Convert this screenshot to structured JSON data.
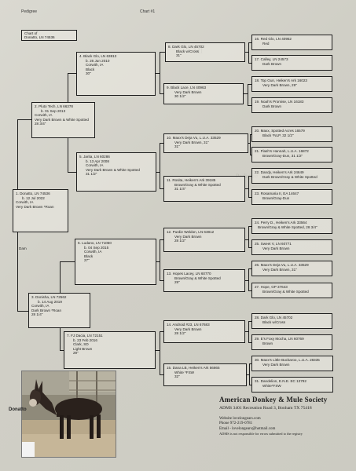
{
  "header": {
    "title": "Pedigree",
    "chart_no": "Chart #1"
  },
  "chart_of": [
    "Chart of",
    "Donatto, LN 74536"
  ],
  "side_labels": {
    "dam": "Dam"
  },
  "g1": {
    "lines": [
      "1. Donatto, LN 74536",
      "b. 12 Jul 2022",
      "Corwith, IA",
      "Very Dark Brown *Roan"
    ]
  },
  "g2": [
    {
      "lines": [
        "2. Pluto Tech, LN 66378",
        "b. 01 Sep 2013",
        "Corwith, IA",
        "Very Dark Brown & White Spotted",
        "28 3/4\""
      ]
    },
    {
      "lines": [
        "3. Donisha, LN 72562",
        "b. 14 Aug 2019",
        "Corwith, IA",
        "Dark Brown *Roan",
        "28 1/4\""
      ]
    }
  ],
  "g3": [
    {
      "lines": [
        "4. Black Glo, LN 63813",
        "b. 26 Jun 2010",
        "Corwith, IA",
        "Black",
        "30\""
      ]
    },
    {
      "lines": [
        "5. Jarita, LN 60286",
        "b. 13 Apr 2008",
        "Corwith, IA",
        "Very Dark Brown & White Spotted",
        "31 1/2\""
      ]
    },
    {
      "lines": [
        "6. Ludano, LN 71050",
        "b. 04 Sep 2015",
        "Corwith, IA",
        "Black",
        "27\""
      ]
    },
    {
      "lines": [
        "7. FJ Dacia, LN 72151",
        "b. 23 Feb 2016",
        "Clark, SD",
        "Light Brown",
        "29\""
      ]
    }
  ],
  "g4": [
    {
      "lines": [
        "8. Dark Glo, LN 45702",
        "Black w/Cross",
        "31\""
      ]
    },
    {
      "lines": [
        "9. Black Lace, LN 40963",
        "Very Dark Brown",
        "30 1/2\""
      ]
    },
    {
      "lines": [
        "10. Maxx's Deja Vu, L.U.A. 33529",
        "Very Dark Brown, 31\"",
        "31\""
      ]
    },
    {
      "lines": [
        "11. Rosita, Heiken's Ark 39185",
        "Brown/Gray & White Spotted",
        "31 1/4\""
      ]
    },
    {
      "lines": [
        "12. Purdie Weldon, LN 63812",
        "Very Dark Brown",
        "28 1/2\""
      ]
    },
    {
      "lines": [
        "13. Hopes Lacey, LN 60770",
        "Brown/Gray & White Spotted",
        "29\""
      ]
    },
    {
      "lines": [
        "14. Android #23, LN 67683",
        "Very Dark Brown",
        "28 1/2\""
      ]
    },
    {
      "lines": [
        "15. Dana LB, Heiken's Ark 56865",
        "White *FSW",
        "32\""
      ]
    }
  ],
  "g5": [
    {
      "lines": [
        "16. Red Glo, LN 40952",
        "Red"
      ]
    },
    {
      "lines": [
        "17. Calley, LN 24573",
        "Dark Brown"
      ]
    },
    {
      "lines": [
        "18. Top Gun, Heiken's Ark 16023",
        "Very Dark Brown, 29\""
      ]
    },
    {
      "lines": [
        "19. Noah's Promise, LN 16183",
        "Dark Brown"
      ]
    },
    {
      "lines": [
        "20. Maxx, Spotted Acres 16579",
        "Black *NLP, 32 1/2\""
      ]
    },
    {
      "lines": [
        "21. Flash's Hannah, L.U.A. 16872",
        "Brown/Gray-Dun, 31 1/2\""
      ]
    },
    {
      "lines": [
        "22. Dandy, Heiken's Ark 24649",
        "Dark Brown/Gray & White Spotted"
      ]
    },
    {
      "lines": [
        "23. Rosamaria II, EA 14647",
        "Brown/Gray-Dun"
      ]
    },
    {
      "lines": [
        "24. Perry D., Heiken's Ark 33564",
        "Brown/Gray & White Spotted, 28 3/4\""
      ]
    },
    {
      "lines": [
        "25. Sweet V, LN 60771",
        "Very Dark Brown"
      ]
    },
    {
      "lines": [
        "26. Maxx's Deja Vu, L.U.A. 33529",
        "Very Dark Brown, 31\""
      ]
    },
    {
      "lines": [
        "27. Hope, GP 37643",
        "Brown/Gray & White Spotted"
      ]
    },
    {
      "lines": [
        "28. Dark Glo, LN 45702",
        "Black w/Cross"
      ]
    },
    {
      "lines": [
        "29. E's Foxy Mocha, LN 60769",
        "Brown"
      ]
    },
    {
      "lines": [
        "30. Maxx's Little Buckaroo, L.U.A. 28335",
        "Very Dark Brown"
      ]
    },
    {
      "lines": [
        "31. Dandelion, E.N.E. EC 13792",
        "White*FSW"
      ]
    }
  ],
  "society": {
    "name": "American Donkey & Mule Society",
    "address": "ADMS 3401 Recreation Road 3, Bonham TX 75418",
    "website": "Website  lovelongears.com",
    "phone": "Phone  972-219-0781",
    "email": "Email - lovelongears@hotmail.com",
    "disclaimer": "ADMS is not responsible for errors submitted to the registry"
  },
  "photo": {
    "label": "Donatto",
    "icon": "donkey-photo"
  }
}
